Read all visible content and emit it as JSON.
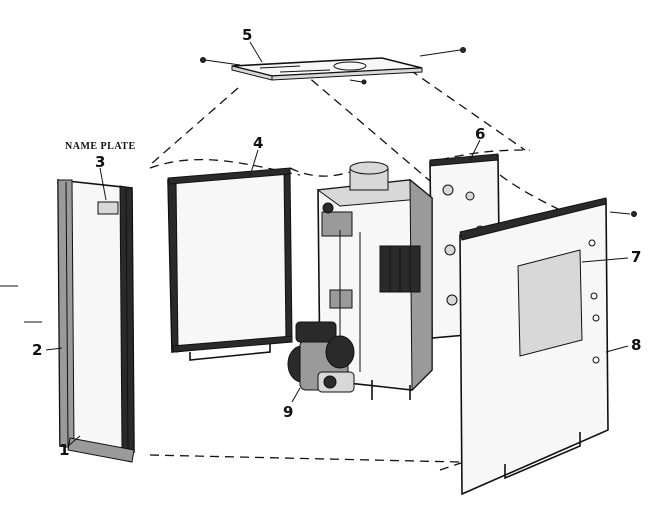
{
  "diagram": {
    "name_plate_label": "NAME PLATE",
    "callouts": [
      {
        "id": "1",
        "text": "1"
      },
      {
        "id": "2",
        "text": "2"
      },
      {
        "id": "3",
        "text": "3"
      },
      {
        "id": "4",
        "text": "4"
      },
      {
        "id": "5",
        "text": "5"
      },
      {
        "id": "6",
        "text": "6"
      },
      {
        "id": "7",
        "text": "7"
      },
      {
        "id": "8",
        "text": "8"
      },
      {
        "id": "9",
        "text": "9"
      }
    ]
  }
}
